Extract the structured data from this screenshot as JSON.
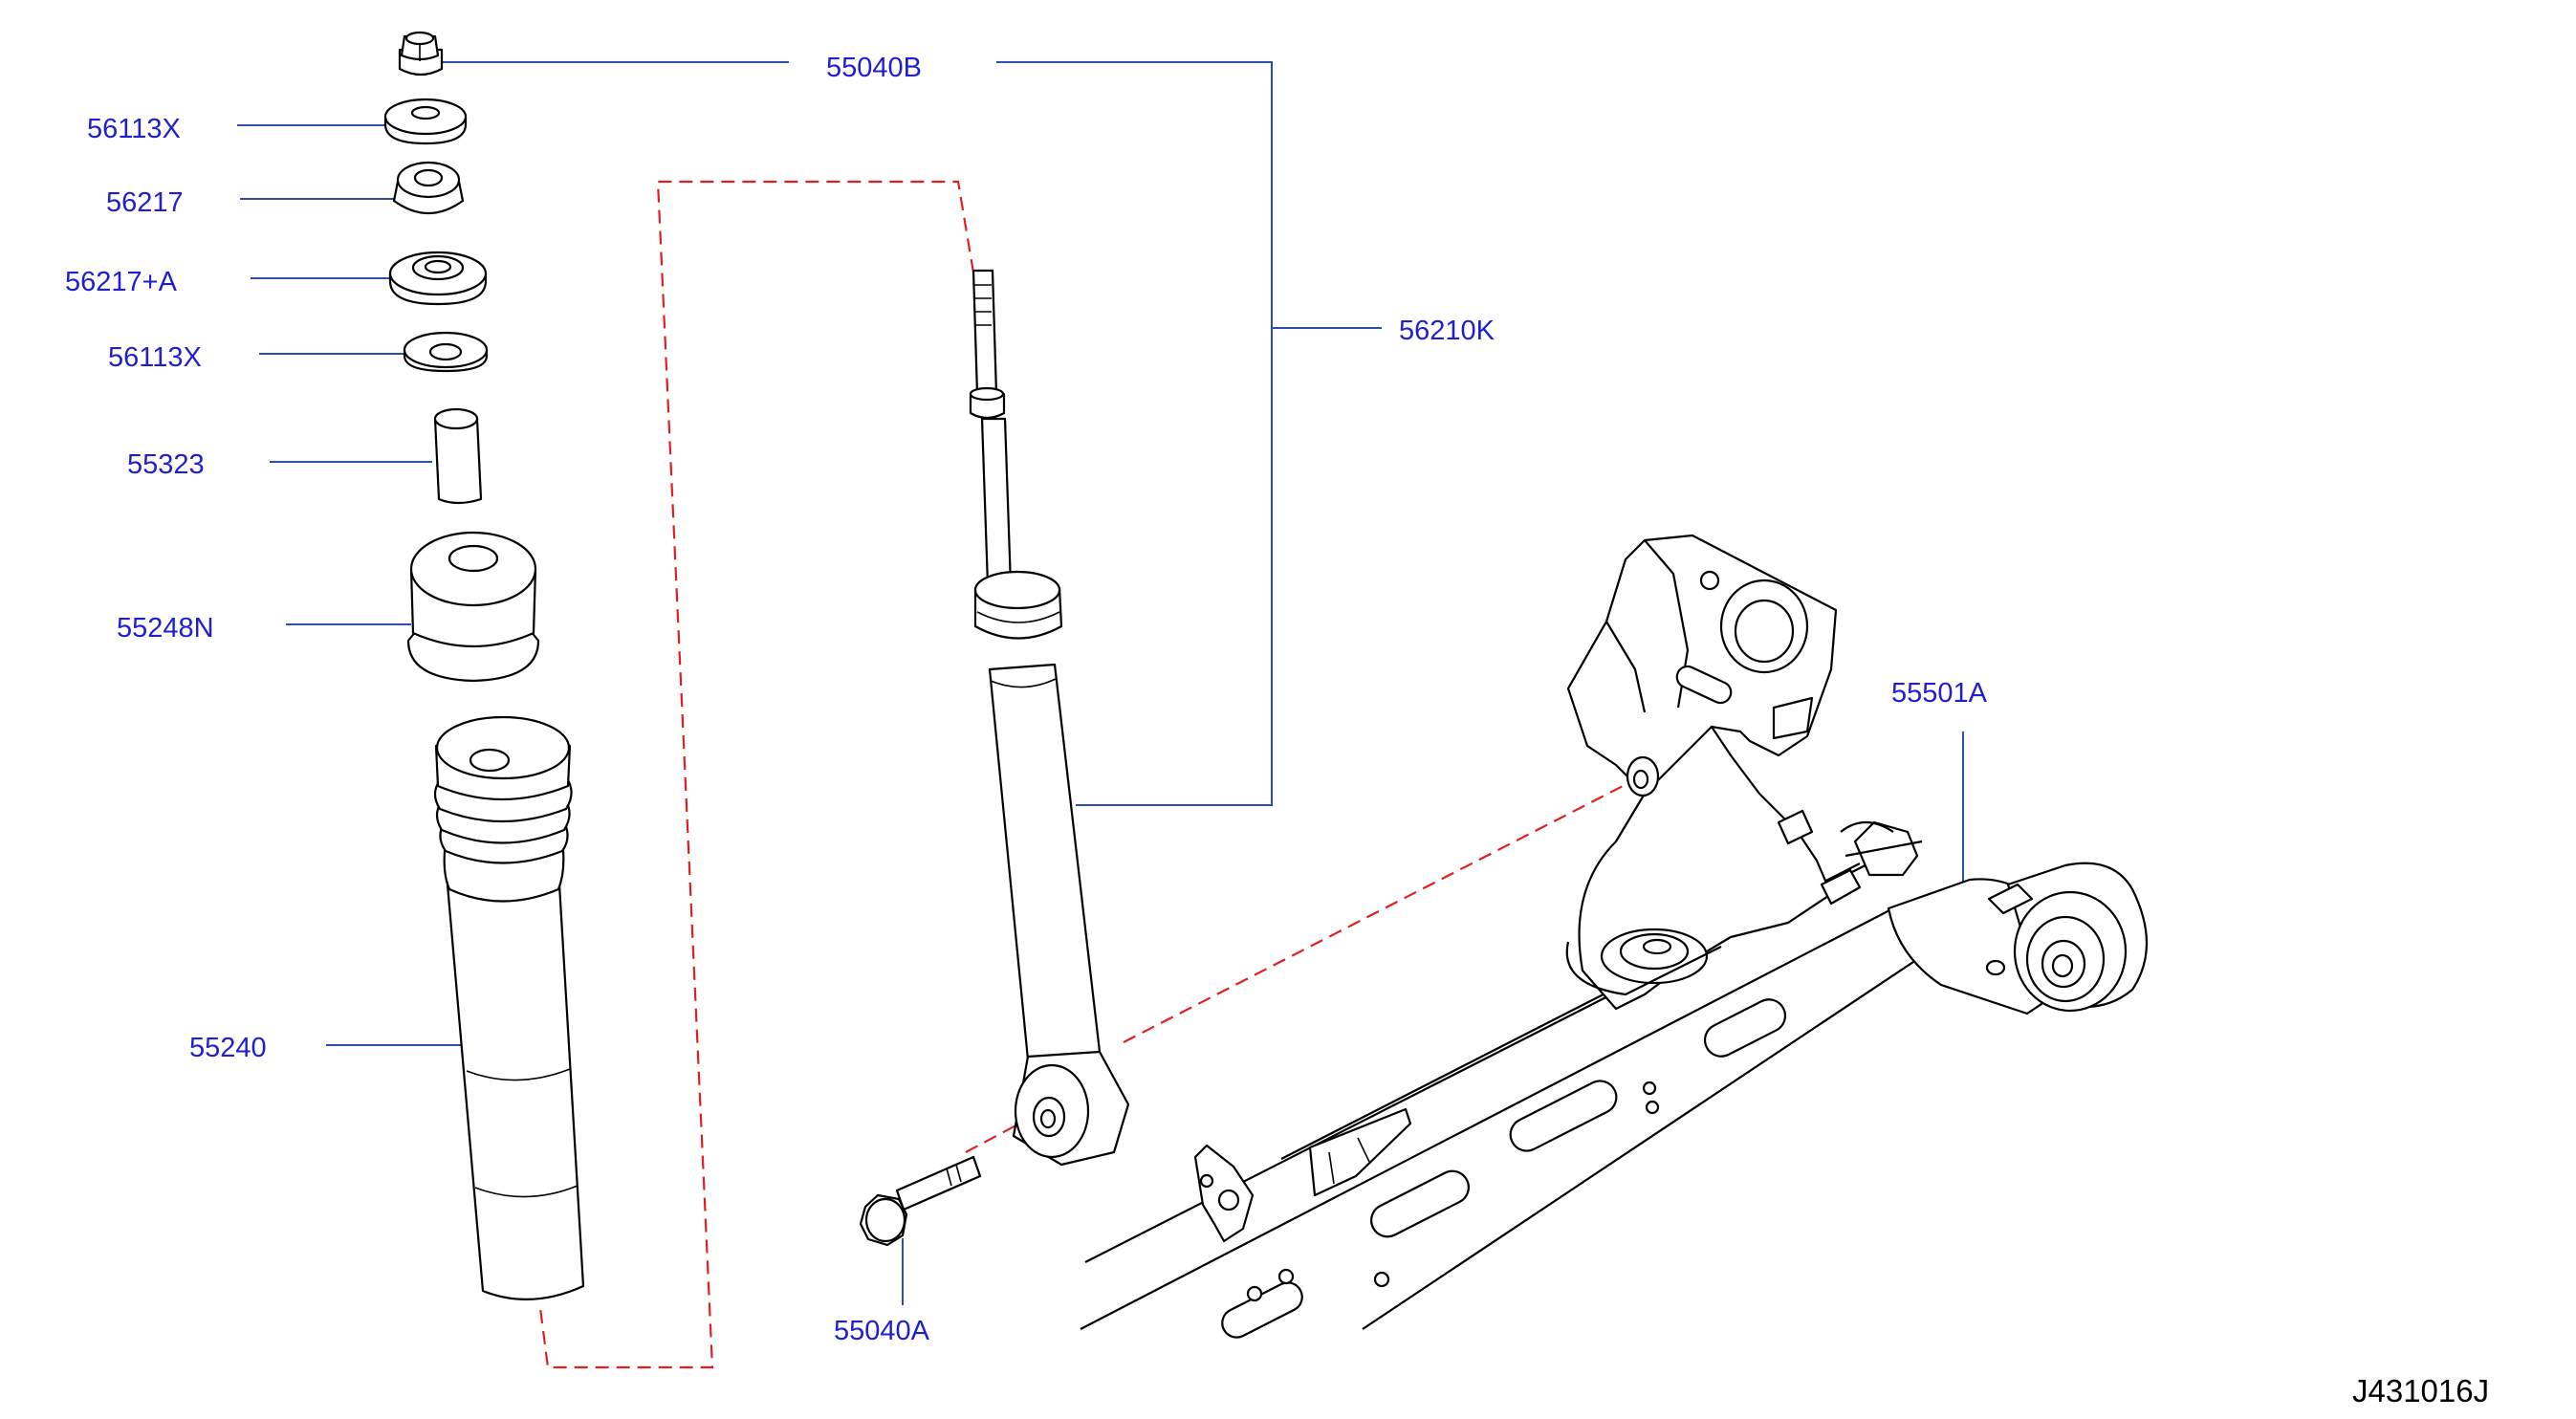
{
  "labels": {
    "nut_top": "55040B",
    "washer_upper": "56113X",
    "bushing_upper": "56217",
    "bushing_lower": "56217+A",
    "washer_lower": "56113X",
    "collar": "55323",
    "bound_bumper": "55248N",
    "dust_cover": "55240",
    "shock_absorber": "56210K",
    "lower_bolt": "55040A",
    "rear_beam": "55501A"
  },
  "diagram_code": "J431016J",
  "colors": {
    "label": "#1f1fcf",
    "leader": "#2a4fb0",
    "dashed_guide": "#e02020",
    "ink": "#000000"
  }
}
